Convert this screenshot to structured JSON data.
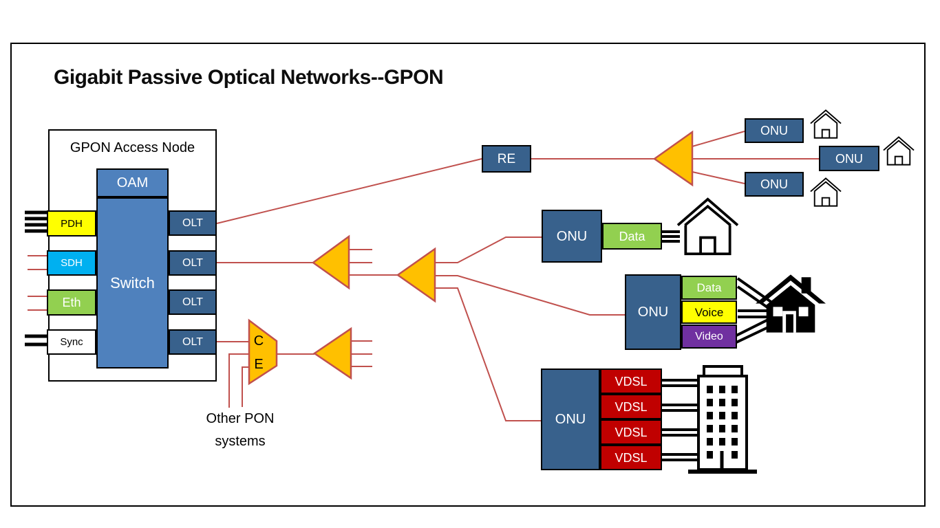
{
  "title": "Gigabit Passive Optical Networks--GPON",
  "access_node": {
    "label": "GPON Access Node",
    "oam_label": "OAM",
    "switch_label": "Switch",
    "interfaces": [
      {
        "label": "PDH",
        "color": "#FFFF00"
      },
      {
        "label": "SDH",
        "color": "#00B0F0"
      },
      {
        "label": "Eth",
        "color": "#92D050"
      },
      {
        "label": "Sync",
        "color": "#FFFFFF"
      }
    ],
    "olts": [
      {
        "label": "OLT"
      },
      {
        "label": "OLT"
      },
      {
        "label": "OLT"
      },
      {
        "label": "OLT"
      }
    ]
  },
  "top_branch": {
    "repeater_label": "RE",
    "onus": [
      {
        "label": "ONU"
      },
      {
        "label": "ONU"
      },
      {
        "label": "ONU"
      }
    ]
  },
  "middle_branch": {
    "data_onu": {
      "onu_label": "ONU",
      "service_label": "Data"
    },
    "triple_play_onu": {
      "onu_label": "ONU",
      "services": [
        {
          "label": "Data",
          "color": "#92D050"
        },
        {
          "label": "Voice",
          "color": "#FFFF00"
        },
        {
          "label": "Video",
          "color": "#7030A0"
        }
      ]
    },
    "vdsl_onu": {
      "onu_label": "ONU",
      "ports": [
        {
          "label": "VDSL"
        },
        {
          "label": "VDSL"
        },
        {
          "label": "VDSL"
        },
        {
          "label": "VDSL"
        }
      ]
    }
  },
  "bottom_branch": {
    "combiner": {
      "c_label": "C",
      "e_label": "E"
    },
    "note_line1": "Other PON",
    "note_line2": "systems"
  },
  "icons": {
    "small_house": "house-outline-icon",
    "large_house": "house-outline-icon",
    "solid_house": "house-solid-icon",
    "building": "office-building-icon",
    "splitter": "optical-splitter-triangle-icon",
    "combiner": "wdm-combiner-trapezoid-icon"
  },
  "colors": {
    "node_fill": "#4F81BD",
    "unit_fill": "#38618C",
    "splitter_fill": "#FFC000",
    "fiber_line": "#C0504D",
    "copper_line": "#000000",
    "pdh_yellow": "#FFFF00",
    "sdh_cyan": "#00B0F0",
    "eth_green": "#92D050",
    "vdsl_red": "#C00000",
    "video_purple": "#7030A0"
  }
}
